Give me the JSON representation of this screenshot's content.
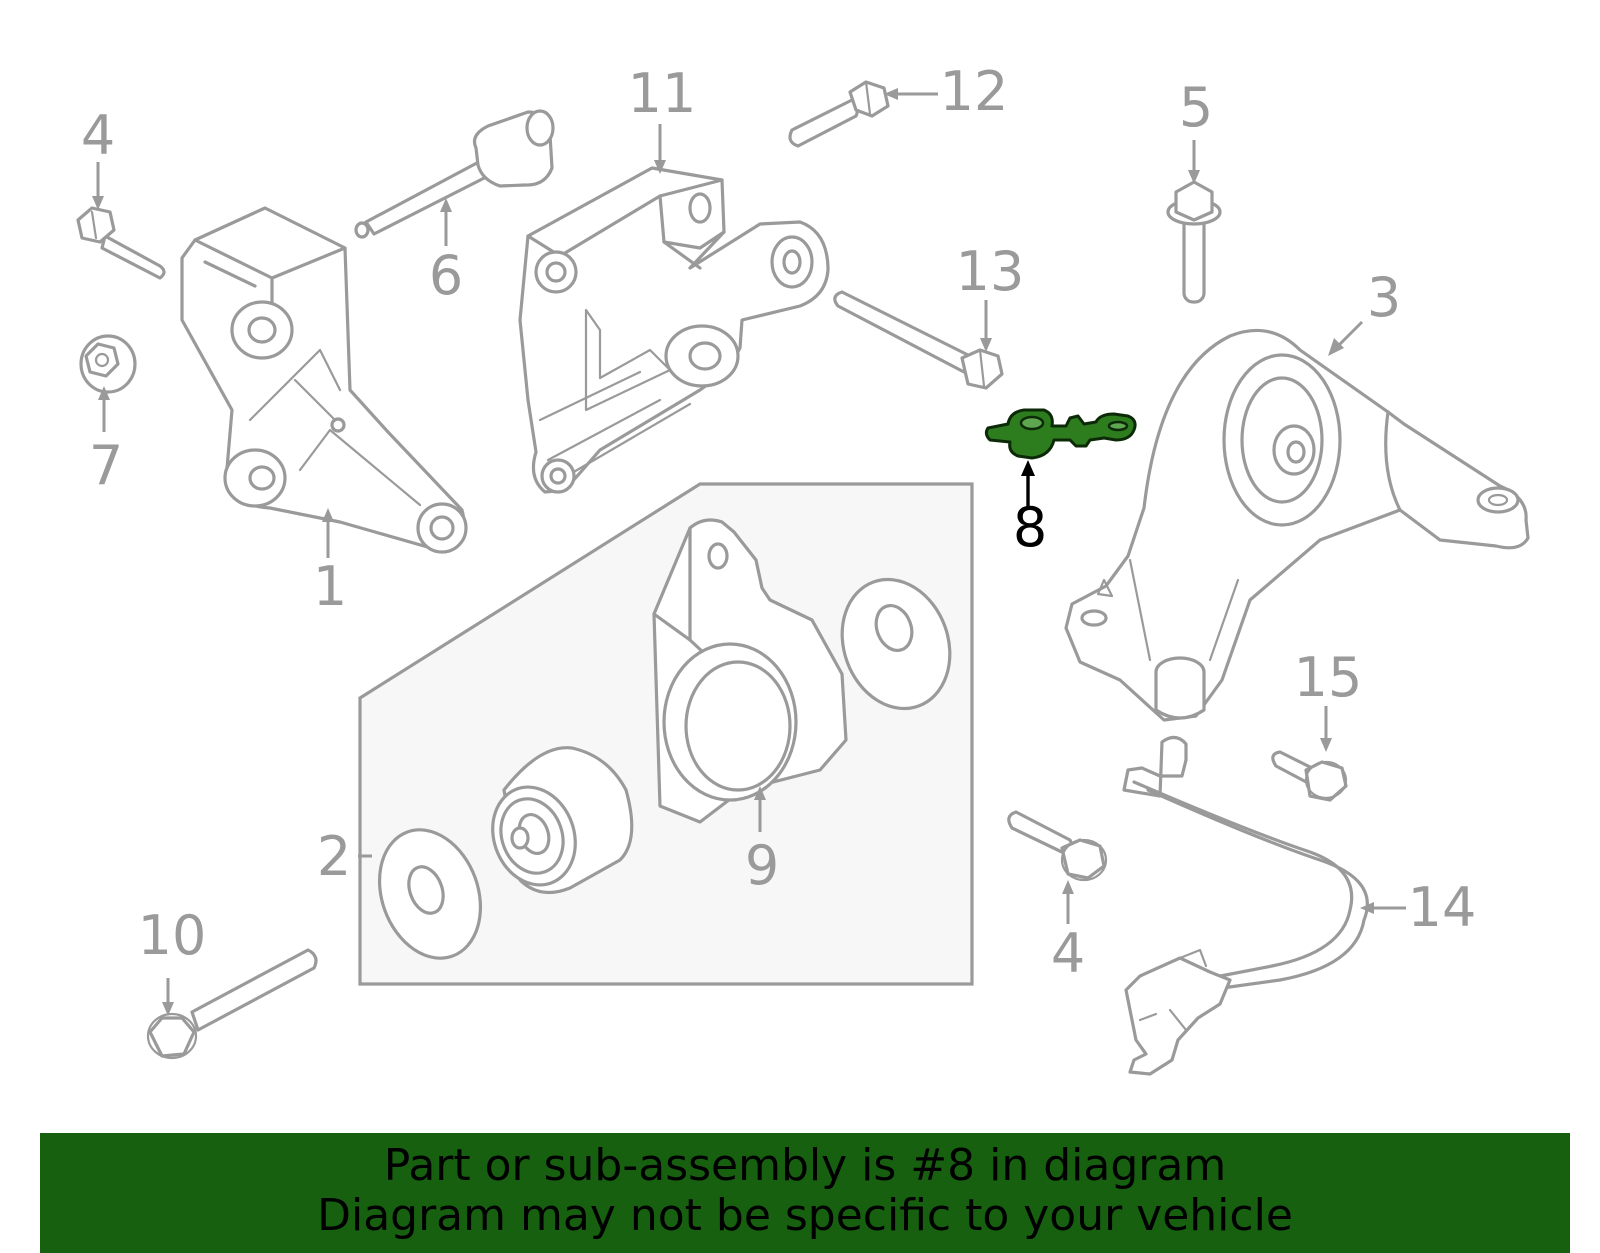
{
  "diagram": {
    "callouts": {
      "c1": "1",
      "c2": "2",
      "c3": "3",
      "c4a": "4",
      "c4b": "4",
      "c5": "5",
      "c6": "6",
      "c7": "7",
      "c8": "8",
      "c9": "9",
      "c10": "10",
      "c11": "11",
      "c12": "12",
      "c13": "13",
      "c14": "14",
      "c15": "15"
    },
    "highlighted_part": "8",
    "highlight_color": "#2d7d1f",
    "line_color": "#9a9a9a"
  },
  "banner": {
    "line1": "Part or sub-assembly is #8 in diagram",
    "line2": "Diagram may not be specific to your vehicle",
    "background": "#166010"
  }
}
